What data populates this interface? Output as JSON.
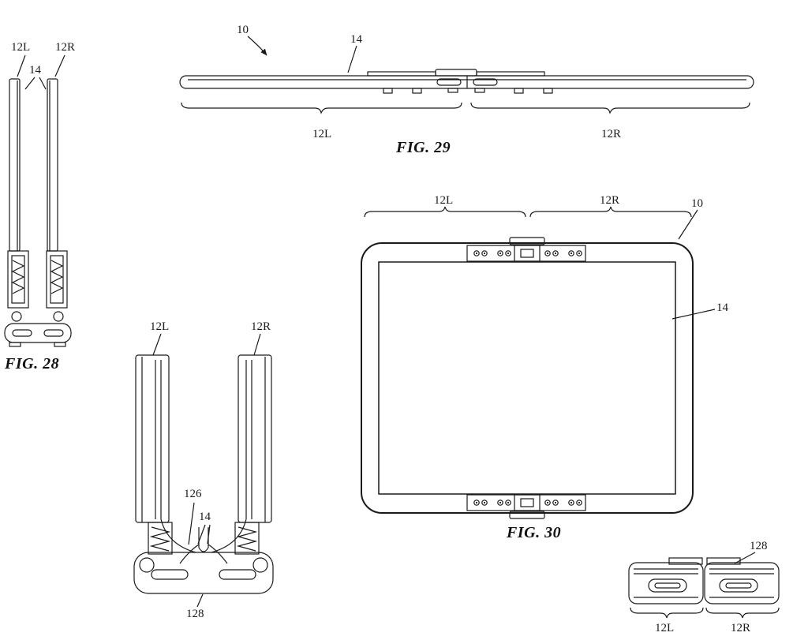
{
  "figures": {
    "fig28": {
      "caption": "FIG. 28",
      "label_12l": "12L",
      "label_12r": "12R",
      "label_14": "14"
    },
    "fig29": {
      "caption": "FIG. 29",
      "label_10": "10",
      "label_14": "14",
      "label_12l": "12L",
      "label_12r": "12R"
    },
    "fig30": {
      "caption": "FIG. 30",
      "label_10": "10",
      "label_14": "14",
      "label_12l": "12L",
      "label_12r": "12R"
    },
    "fig_open": {
      "label_12l": "12L",
      "label_12r": "12R",
      "label_126": "126",
      "label_14": "14",
      "label_128": "128"
    },
    "fig_hinge_detail": {
      "label_128": "128",
      "label_12l": "12L",
      "label_12r": "12R"
    }
  }
}
